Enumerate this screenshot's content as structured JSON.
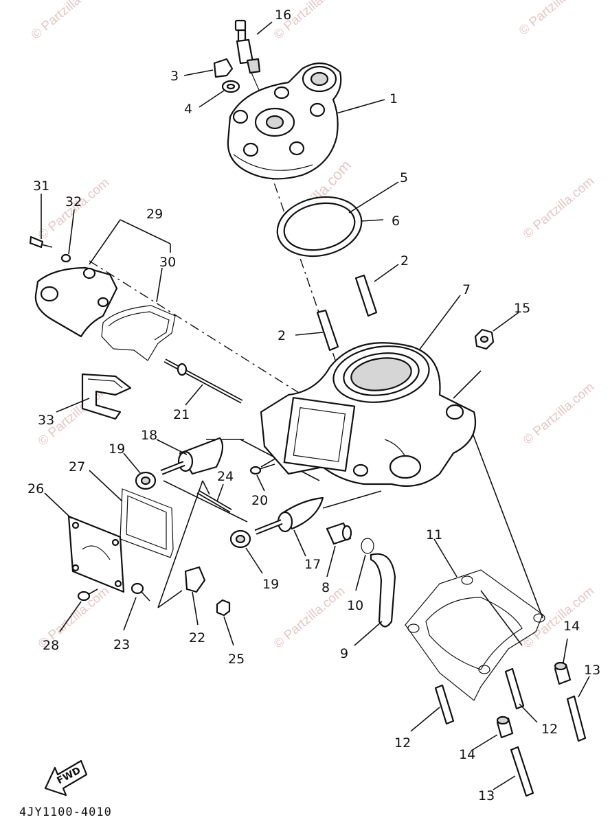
{
  "watermark": {
    "text": "© Partzilla.com",
    "center_text": "Partzilla.com"
  },
  "callouts": [
    "1",
    "2",
    "2",
    "3",
    "4",
    "5",
    "6",
    "7",
    "8",
    "9",
    "10",
    "11",
    "12",
    "12",
    "13",
    "13",
    "14",
    "14",
    "15",
    "16",
    "17",
    "18",
    "19",
    "19",
    "20",
    "21",
    "22",
    "23",
    "24",
    "25",
    "26",
    "27",
    "28",
    "29",
    "30",
    "31",
    "32",
    "33"
  ],
  "fwd_label": "FWD",
  "diagram_code": "4JY1100-4010"
}
